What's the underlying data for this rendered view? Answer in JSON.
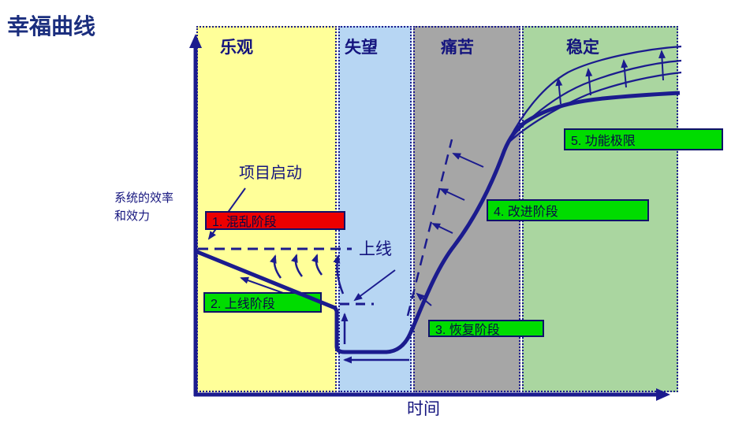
{
  "title": "幸福曲线",
  "axes": {
    "y_label_line1": "系统的效率",
    "y_label_line2": "和效力",
    "x_label": "时间"
  },
  "bands": [
    {
      "label": "乐观",
      "color": "#FFFF99"
    },
    {
      "label": "失望",
      "color": "#B7D6F3"
    },
    {
      "label": "痛苦",
      "color": "#A6A6A6"
    },
    {
      "label": "稳定",
      "color": "#AAD6A0"
    }
  ],
  "annotations": {
    "project_launch": "项目启动",
    "go_live": "上线"
  },
  "phase_boxes": [
    {
      "label": "1. 混乱阶段",
      "fill": "#EC0000"
    },
    {
      "label": "2. 上线阶段",
      "fill": "#00DC00"
    },
    {
      "label": "3. 恢复阶段",
      "fill": "#00DC00"
    },
    {
      "label": "4. 改进阶段",
      "fill": "#00DC00"
    },
    {
      "label": "5. 功能极限",
      "fill": "#00DC00"
    }
  ],
  "colors": {
    "line_navy": "#1B1B8E",
    "box_border": "#10106A",
    "box_text": "#0A0A46",
    "title_navy": "#1B2E7E"
  }
}
